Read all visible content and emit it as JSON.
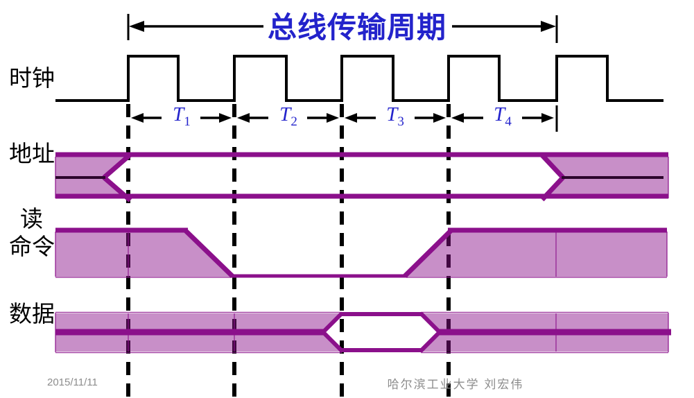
{
  "title": {
    "text": "总线传输周期",
    "color": "#2323cb"
  },
  "signals": {
    "clock": {
      "label": "时钟"
    },
    "address": {
      "label": "地址"
    },
    "read_command": {
      "label_line1": "读",
      "label_line2": "命令"
    },
    "data": {
      "label": "数据"
    }
  },
  "phases": [
    {
      "base": "T",
      "sub": "1"
    },
    {
      "base": "T",
      "sub": "2"
    },
    {
      "base": "T",
      "sub": "3"
    },
    {
      "base": "T",
      "sub": "4"
    }
  ],
  "footer": {
    "date": "2015/11/11",
    "credit": "哈尔滨工业大学 刘宏伟"
  },
  "colors": {
    "accent_blue": "#2323cb",
    "bus_dark": "#8B108B",
    "bus_fill_translucent": "rgba(139,16,139,0.47)",
    "address_mid_line": "#2d062d",
    "waveform_black": "#000000",
    "footer_gray": "#8c8c8c"
  },
  "diagram": {
    "type": "bus-timing-diagram",
    "cycle_phases": [
      "T1",
      "T2",
      "T3",
      "T4"
    ],
    "notes": {
      "clock": "square wave, one pulse per T phase, rising edge at each phase boundary",
      "address": "valid (open bus) from start of T1 to end of T4, crossover marks at both ends",
      "read_command": "high before T2, active low during T2–T3, high again from T4",
      "data": "bus idle except valid-data hexagon around T3"
    }
  }
}
